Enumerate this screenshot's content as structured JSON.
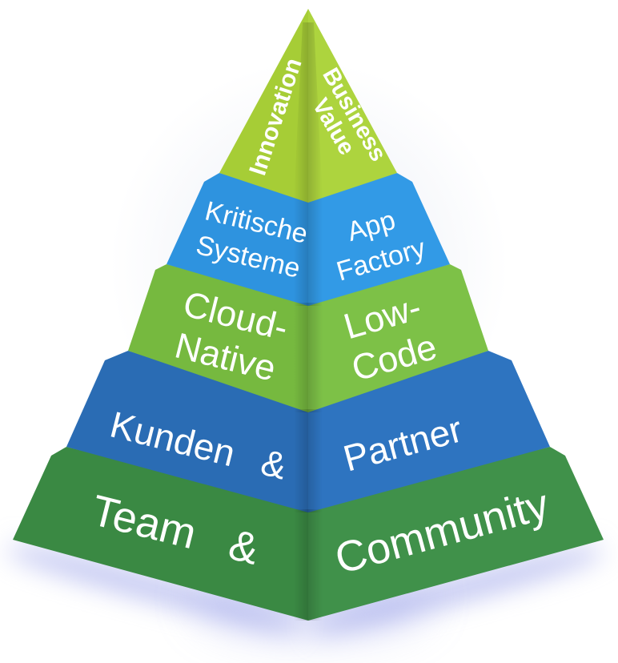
{
  "canvas": {
    "background": "#ffffff",
    "glow_color": "rgba(150,158,232,0.65)",
    "text_color": "#ffffff"
  },
  "pyramid": {
    "layers": [
      {
        "id": "layer-1-top",
        "color_left": "#a6cd36",
        "color_right": "#add43e",
        "left": {
          "lines": [
            "Innovation"
          ]
        },
        "right": {
          "lines": [
            "Business",
            "Value"
          ]
        }
      },
      {
        "id": "layer-2",
        "color_left": "#2e93df",
        "color_right": "#329ae6",
        "left": {
          "lines": [
            "Kritische",
            "Systeme"
          ]
        },
        "right": {
          "lines": [
            "App",
            "Factory"
          ]
        }
      },
      {
        "id": "layer-3",
        "color_left": "#76b93f",
        "color_right": "#7dc147",
        "left": {
          "lines": [
            "Cloud-",
            "Native"
          ]
        },
        "right": {
          "lines": [
            "Low-",
            "Code"
          ]
        }
      },
      {
        "id": "layer-4",
        "color_left": "#2a6cb4",
        "color_right": "#2e74c0",
        "left": {
          "lines": [
            "Kunden &"
          ]
        },
        "right": {
          "lines": [
            "Partner"
          ]
        }
      },
      {
        "id": "layer-5-base",
        "color_left": "#3a8943",
        "color_right": "#40914a",
        "left": {
          "lines": [
            "Team &"
          ]
        },
        "right": {
          "lines": [
            "Community"
          ]
        }
      }
    ]
  }
}
